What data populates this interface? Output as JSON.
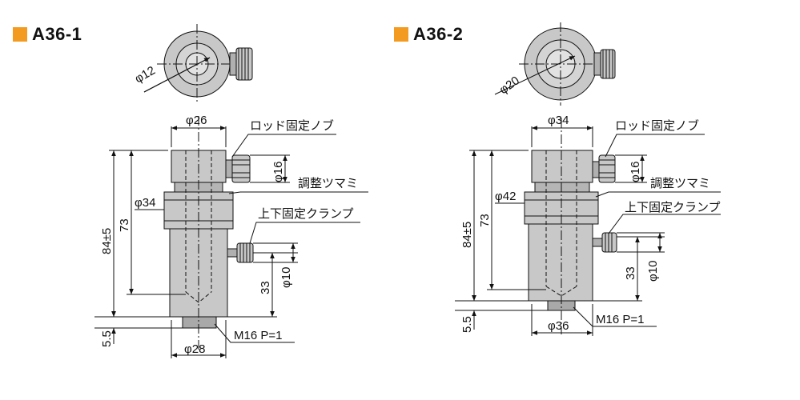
{
  "colors": {
    "accent": "#f39a21",
    "body_fill": "#c8c8c8",
    "body_dark": "#a9a9a9",
    "line": "#111111"
  },
  "left": {
    "title": "A36-1",
    "dim_top_dia": "φ12",
    "dim_head_dia": "φ26",
    "label_rod_knob": "ロッド固定ノブ",
    "dim_knob_dia": "φ16",
    "label_adjust": "調整ツマミ",
    "dim_collar_dia": "φ34",
    "label_clamp": "上下固定クランプ",
    "dim_total_height": "84±5",
    "dim_inner_height": "73",
    "dim_clamp_height": "33",
    "dim_clamp_dia": "φ10",
    "dim_base_height": "5.5",
    "dim_base_dia": "φ28",
    "label_thread": "M16 P=1"
  },
  "right": {
    "title": "A36-2",
    "dim_top_dia": "φ20",
    "dim_head_dia": "φ34",
    "label_rod_knob": "ロッド固定ノブ",
    "dim_knob_dia": "φ16",
    "label_adjust": "調整ツマミ",
    "dim_collar_dia": "φ42",
    "label_clamp": "上下固定クランプ",
    "dim_total_height": "84±5",
    "dim_inner_height": "73",
    "dim_clamp_height": "33",
    "dim_clamp_dia": "φ10",
    "dim_base_height": "5.5",
    "dim_base_dia": "φ36",
    "label_thread": "M16 P=1"
  }
}
